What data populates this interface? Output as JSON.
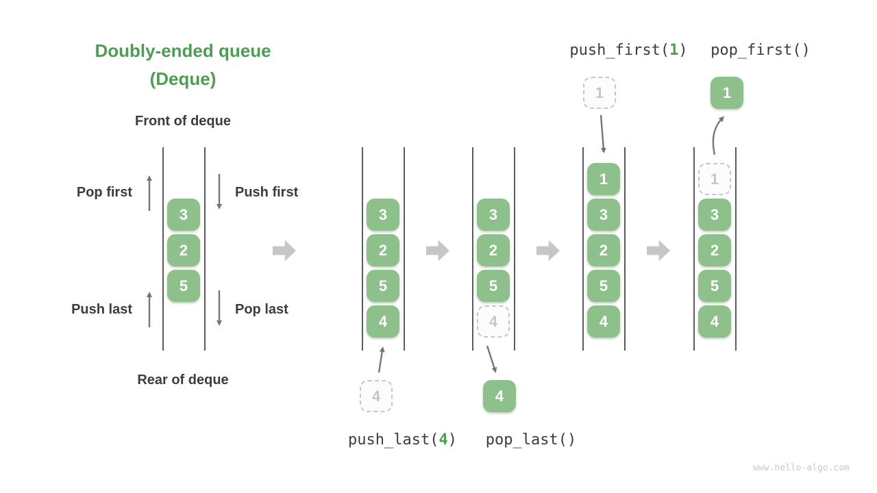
{
  "title": {
    "line1": "Doubly-ended queue",
    "line2": "(Deque)"
  },
  "deque_labels": {
    "front": "Front of deque",
    "rear": "Rear of deque"
  },
  "op_labels": {
    "pop_first": "Pop first",
    "push_first": "Push first",
    "push_last": "Push last",
    "pop_last": "Pop last"
  },
  "code": {
    "push_first": {
      "pre": "push_first(",
      "arg": "1",
      "post": ")"
    },
    "pop_first": {
      "text": "pop_first()"
    },
    "push_last": {
      "pre": "push_last(",
      "arg": "4",
      "post": ")"
    },
    "pop_last": {
      "text": "pop_last()"
    }
  },
  "queues": {
    "q1": {
      "cells": [
        "3",
        "2",
        "5"
      ]
    },
    "q2": {
      "cells": [
        "3",
        "2",
        "5",
        "4"
      ],
      "incoming": "4"
    },
    "q3": {
      "cells": [
        "3",
        "2",
        "5"
      ],
      "ghost": "4",
      "popped": "4"
    },
    "q4": {
      "cells": [
        "1",
        "3",
        "2",
        "5",
        "4"
      ],
      "incoming": "1"
    },
    "q5": {
      "cells": [
        "3",
        "2",
        "5",
        "4"
      ],
      "ghost": "1",
      "popped": "1"
    }
  },
  "watermark": "www.hello-algo.com",
  "colors": {
    "accent_green": "#4D9E52",
    "cell_green": "#8DC08A",
    "dark_text": "#3C3C3C",
    "line_gray": "#5A5A5A",
    "block_arrow_gray": "#C6C6C6",
    "thin_arrow_gray": "#757575"
  }
}
